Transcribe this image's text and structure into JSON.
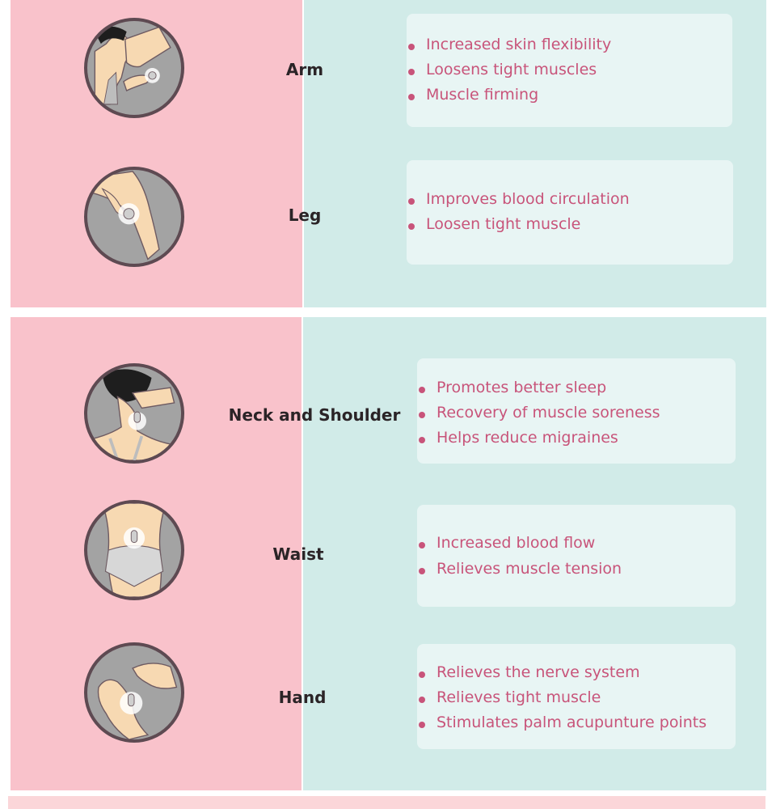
{
  "colors": {
    "left_panel": "#f9c2cb",
    "right_panel": "#d1ebe8",
    "card": "#e8f5f4",
    "bullet_text": "#c8547a",
    "label_text": "#2b2427",
    "icon_ring": "#5e4a52"
  },
  "sections": [
    {
      "items": [
        {
          "label": "Arm",
          "icon": "arm-massage-icon",
          "benefits": [
            "Increased skin flexibility",
            "Loosens tight muscles",
            "Muscle firming"
          ]
        },
        {
          "label": "Leg",
          "icon": "leg-massage-icon",
          "benefits": [
            "Improves blood circulation",
            "Loosen tight muscle"
          ]
        }
      ]
    },
    {
      "items": [
        {
          "label": "Neck and Shoulder",
          "icon": "neck-shoulder-massage-icon",
          "benefits": [
            "Promotes better sleep",
            "Recovery of muscle soreness",
            "Helps reduce migraines"
          ]
        },
        {
          "label": "Waist",
          "icon": "waist-massage-icon",
          "benefits": [
            "Increased blood flow",
            "Relieves muscle tension"
          ]
        },
        {
          "label": "Hand",
          "icon": "hand-massage-icon",
          "benefits": [
            "Relieves the nerve system",
            "Relieves tight muscle",
            "Stimulates palm acupunture points"
          ]
        }
      ]
    }
  ]
}
